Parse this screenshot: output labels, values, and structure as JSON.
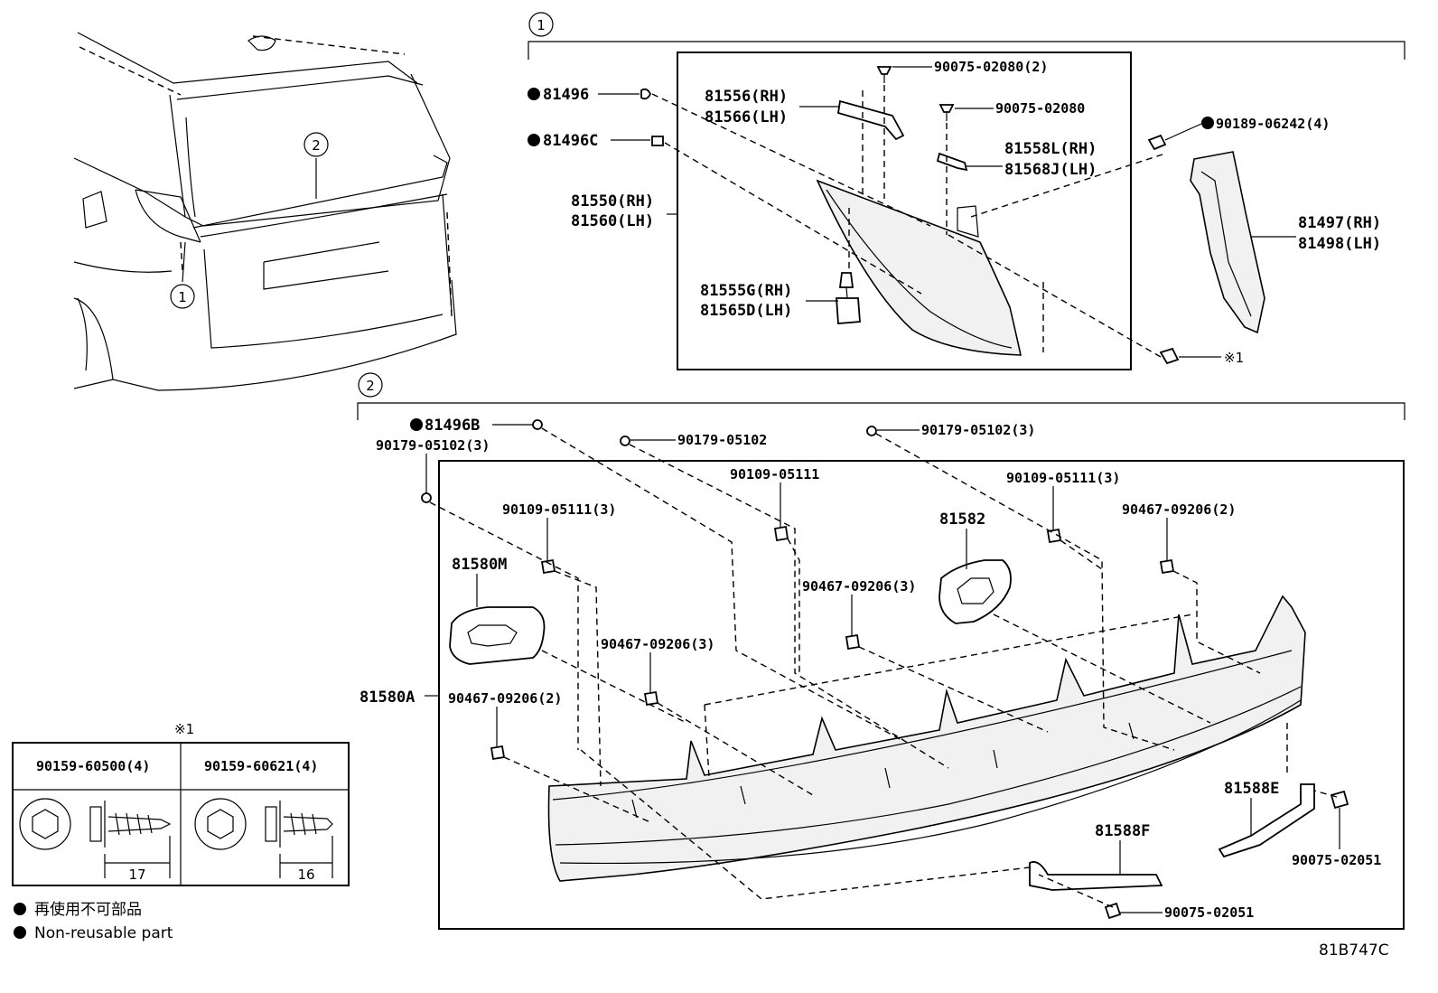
{
  "callouts": {
    "c1": "1",
    "c2": "2"
  },
  "parts": {
    "p81496": "81496",
    "p81496C": "81496C",
    "p81550": "81550(RH)",
    "p81560": "81560(LH)",
    "p81556": "81556(RH)",
    "p81566": "81566(LH)",
    "p90075_02080_2": "90075-02080(2)",
    "p90075_02080": "90075-02080",
    "p81558L": "81558L(RH)",
    "p81568J": "81568J(LH)",
    "p81555G": "81555G(RH)",
    "p81565D": "81565D(LH)",
    "p90189": "90189-06242(4)",
    "p81497": "81497(RH)",
    "p81498": "81498(LH)",
    "star1_ref": "※1",
    "p81496B": "81496B",
    "p90179_3_left": "90179-05102(3)",
    "p90179_mid": "90179-05102",
    "p90179_3_right": "90179-05102(3)",
    "p90109_mid": "90109-05111",
    "p90109_3_right": "90109-05111(3)",
    "p90109_3_left": "90109-05111(3)",
    "p81582": "81582",
    "p90467_2_right": "90467-09206(2)",
    "p81580M": "81580M",
    "p90467_3_mid": "90467-09206(3)",
    "p90467_3_left": "90467-09206(3)",
    "p81580A": "81580A",
    "p90467_2_left": "90467-09206(2)",
    "p81588E": "81588E",
    "p81588F": "81588F",
    "p90075_02051_right": "90075-02051",
    "p90075_02051_bottom": "90075-02051"
  },
  "legend_table": {
    "marker": "※1",
    "col1": "90159-60500(4)",
    "col2": "90159-60621(4)",
    "dim1": "17",
    "dim2": "16"
  },
  "notes": {
    "jp": "再使用不可部品",
    "en": "Non-reusable part"
  },
  "diagram_code": "81B747C"
}
